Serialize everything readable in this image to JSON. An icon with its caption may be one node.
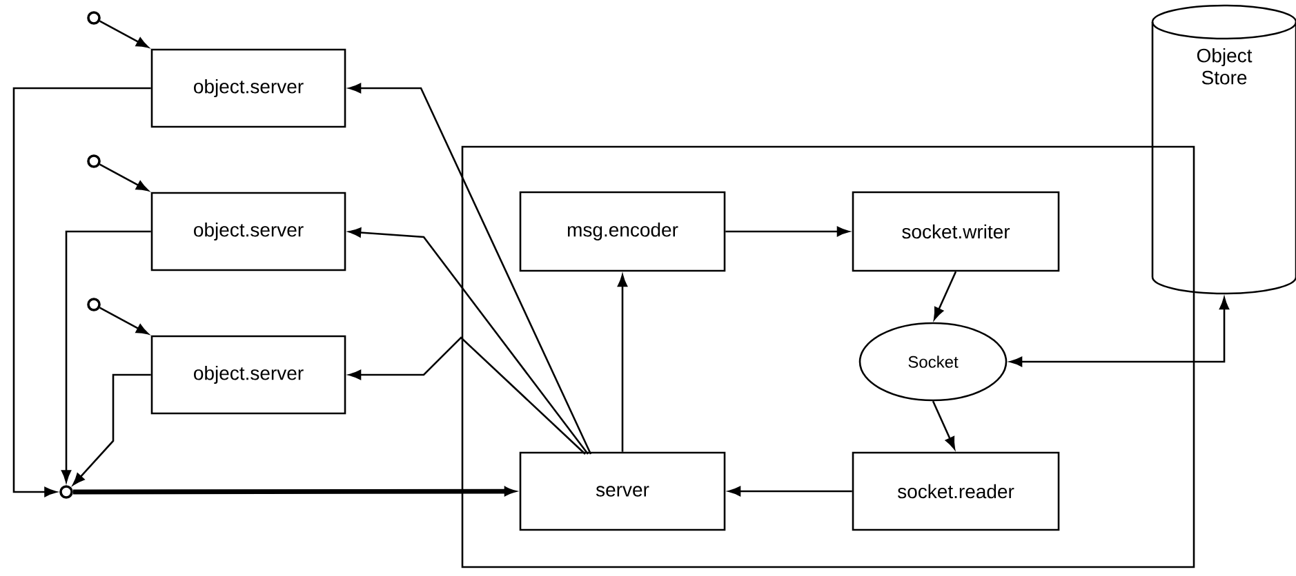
{
  "diagram": {
    "nodes": [
      {
        "text": [],
        "shape": "circle"
      },
      {
        "text": [
          "object.server"
        ]
      },
      {
        "text": [],
        "shape": "box"
      },
      {
        "text": [
          "msg.encoder"
        ],
        "in": 2
      },
      {
        "text": [
          "socket.writer"
        ],
        "in": 2
      },
      {
        "text": [
          "Object Store"
        ]
      },
      {
        "text": [],
        "shape": "circle"
      },
      {
        "text": [
          "object.server"
        ]
      },
      {
        "text": [],
        "shape": "circle"
      },
      {
        "text": [
          "object.server"
        ]
      },
      {
        "text": [
          "Socket"
        ],
        "in": 2
      },
      {
        "text": [],
        "shape": "circle"
      },
      {
        "text": [
          "server"
        ],
        "in": 2
      },
      {
        "text": [
          "socket.reader"
        ],
        "in": 2
      }
    ],
    "edges": [
      {
        "from": 0,
        "to": 1,
        "arrow": "to"
      },
      {
        "from": 6,
        "to": 7,
        "arrow": "to"
      },
      {
        "from": 8,
        "to": 9,
        "arrow": "to"
      },
      {
        "from": 1,
        "to": 11,
        "arrow": "to"
      },
      {
        "from": 7,
        "to": 11,
        "arrow": "to"
      },
      {
        "from": 9,
        "to": 11,
        "arrow": "to"
      },
      {
        "from": 11,
        "to": 12,
        "arrow": "to",
        "style": "thick"
      },
      {
        "from": 12,
        "to": 1,
        "arrow": "to"
      },
      {
        "from": 12,
        "to": 7,
        "arrow": "to"
      },
      {
        "from": 12,
        "to": 9,
        "arrow": "to"
      },
      {
        "from": 12,
        "to": 3,
        "arrow": "to"
      },
      {
        "from": 3,
        "to": 4,
        "arrow": "to"
      },
      {
        "from": 4,
        "to": 10,
        "arrow": "to"
      },
      {
        "from": 10,
        "to": 13,
        "arrow": "to"
      },
      {
        "from": 13,
        "to": 12,
        "arrow": "to"
      },
      {
        "from": 10,
        "to": 5,
        "arrow": "both"
      }
    ]
  }
}
